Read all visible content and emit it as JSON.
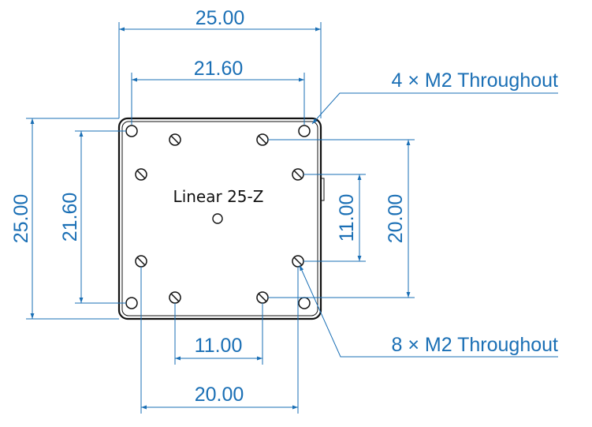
{
  "part": {
    "label": "Linear 25-Z"
  },
  "dimensions": {
    "top_outer": "25.00",
    "top_inner": "21.60",
    "left_outer": "25.00",
    "left_inner": "21.60",
    "right_inner": "11.00",
    "right_outer": "20.00",
    "bottom_inner": "11.00",
    "bottom_outer": "20.00"
  },
  "callouts": {
    "corner_holes": "4 × M2 Throughout",
    "slot_holes": "8 × M2 Throughout"
  },
  "colors": {
    "dimension": "#1a6fb5",
    "outline": "#111111"
  }
}
